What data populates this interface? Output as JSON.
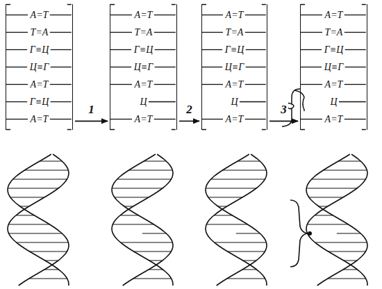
{
  "diagram": {
    "nodes": [
      {
        "text": [
          "А=Т",
          "Т=А",
          "Г≡Ц",
          "Ц≡Г",
          "А=Т",
          "Г≡Ц",
          "А=Т"
        ]
      },
      {
        "text": [
          "А=Т",
          "Т=А",
          "Г≡Ц",
          "Ц≡Г",
          "А=Т",
          "Ц",
          "А=Т"
        ]
      },
      {
        "text": [
          "А=Т",
          "Т=А",
          "Г≡Ц",
          "Ц≡Г",
          "А=Т",
          "Ц",
          "А=Т"
        ]
      },
      {
        "text": [
          "А=Т",
          "Т=А",
          "Г≡Ц",
          "Ц≡Г",
          "А=Т",
          "Ц",
          "А=Т"
        ]
      }
    ],
    "edges": [
      {
        "from": 0,
        "to": 1,
        "arrow": "to",
        "label": "1"
      },
      {
        "from": 1,
        "to": 2,
        "arrow": "to",
        "label": "2"
      },
      {
        "from": 2,
        "to": 3,
        "arrow": "to",
        "label": "3"
      }
    ]
  }
}
